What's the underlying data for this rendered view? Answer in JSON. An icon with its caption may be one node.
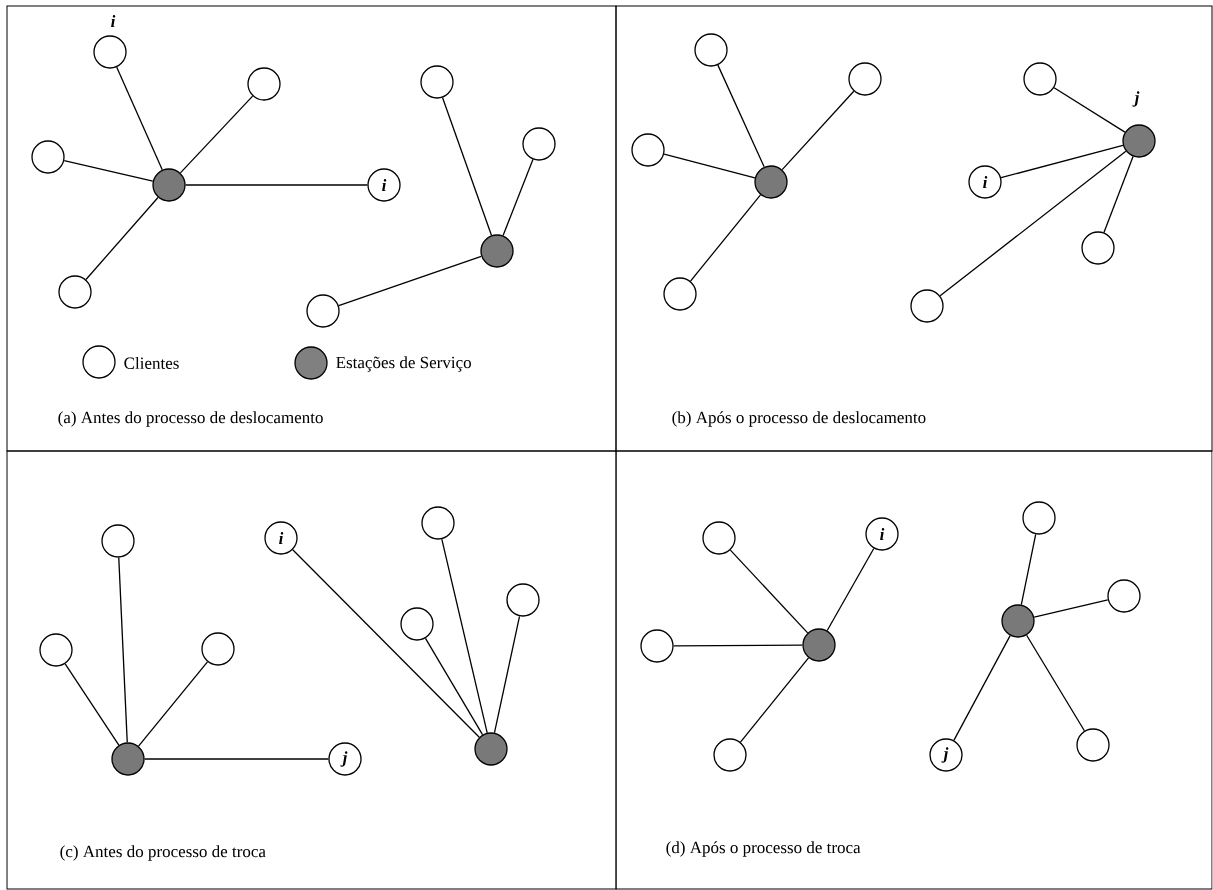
{
  "diagram": {
    "nodes": [
      {
        "text": [
          "(a) Antes do processo de deslocamento"
        ]
      },
      {
        "text": [],
        "shape": "circle",
        "in": 0,
        "beside": [
          "i"
        ]
      },
      {
        "text": [],
        "shape": "circle",
        "in": 0
      },
      {
        "text": [],
        "shape": "circle",
        "in": 0
      },
      {
        "text": [],
        "shape": "circle",
        "in": 0
      },
      {
        "text": [
          "i"
        ],
        "in": 0
      },
      {
        "text": [],
        "shape": "circle",
        "in": 0
      },
      {
        "text": [],
        "shape": "circle",
        "in": 0
      },
      {
        "text": [],
        "shape": "circle",
        "in": 0
      },
      {
        "text": [],
        "shape": "circle",
        "in": 0
      },
      {
        "text": [],
        "shape": "circle",
        "in": 0
      },
      {
        "text": [
          "(b) Após o processo de deslocamento"
        ]
      },
      {
        "text": [],
        "shape": "circle",
        "in": 11
      },
      {
        "text": [],
        "shape": "circle",
        "in": 11
      },
      {
        "text": [],
        "shape": "circle",
        "in": 11
      },
      {
        "text": [],
        "shape": "circle",
        "in": 11,
        "beside": [
          "j"
        ]
      },
      {
        "text": [],
        "shape": "circle",
        "in": 11
      },
      {
        "text": [],
        "shape": "circle",
        "in": 11
      },
      {
        "text": [
          "i"
        ],
        "in": 11
      },
      {
        "text": [],
        "shape": "circle",
        "in": 11
      },
      {
        "text": [],
        "shape": "circle",
        "in": 11
      },
      {
        "text": [],
        "shape": "circle",
        "in": 11
      },
      {
        "text": [
          "(c) Antes do processo de troca"
        ]
      },
      {
        "text": [],
        "shape": "circle",
        "in": 22
      },
      {
        "text": [
          "i"
        ],
        "in": 22
      },
      {
        "text": [],
        "shape": "circle",
        "in": 22
      },
      {
        "text": [],
        "shape": "circle",
        "in": 22
      },
      {
        "text": [],
        "shape": "circle",
        "in": 22
      },
      {
        "text": [],
        "shape": "circle",
        "in": 22
      },
      {
        "text": [],
        "shape": "circle",
        "in": 22
      },
      {
        "text": [],
        "shape": "circle",
        "in": 22
      },
      {
        "text": [],
        "shape": "circle",
        "in": 22
      },
      {
        "text": [
          "j"
        ],
        "in": 22
      },
      {
        "text": [
          "(d) Após o processo de troca"
        ]
      },
      {
        "text": [],
        "shape": "circle",
        "in": 33
      },
      {
        "text": [
          "i"
        ],
        "in": 33
      },
      {
        "text": [],
        "shape": "circle",
        "in": 33
      },
      {
        "text": [],
        "shape": "circle",
        "in": 33
      },
      {
        "text": [],
        "shape": "circle",
        "in": 33
      },
      {
        "text": [],
        "shape": "circle",
        "in": 33
      },
      {
        "text": [],
        "shape": "circle",
        "in": 33
      },
      {
        "text": [],
        "shape": "circle",
        "in": 33
      },
      {
        "text": [],
        "shape": "circle",
        "in": 33
      },
      {
        "text": [
          "j"
        ],
        "in": 33
      }
    ],
    "edges": [
      {
        "from": 4,
        "to": 1,
        "arrow": "none"
      },
      {
        "from": 4,
        "to": 2,
        "arrow": "none"
      },
      {
        "from": 4,
        "to": 3,
        "arrow": "none"
      },
      {
        "from": 4,
        "to": 5,
        "arrow": "none"
      },
      {
        "from": 4,
        "to": 6,
        "arrow": "none"
      },
      {
        "from": 9,
        "to": 7,
        "arrow": "none"
      },
      {
        "from": 9,
        "to": 8,
        "arrow": "none"
      },
      {
        "from": 9,
        "to": 10,
        "arrow": "none"
      },
      {
        "from": 17,
        "to": 12,
        "arrow": "none"
      },
      {
        "from": 17,
        "to": 13,
        "arrow": "none"
      },
      {
        "from": 17,
        "to": 16,
        "arrow": "none"
      },
      {
        "from": 17,
        "to": 20,
        "arrow": "none"
      },
      {
        "from": 15,
        "to": 14,
        "arrow": "none"
      },
      {
        "from": 15,
        "to": 18,
        "arrow": "none"
      },
      {
        "from": 15,
        "to": 19,
        "arrow": "none"
      },
      {
        "from": 15,
        "to": 21,
        "arrow": "none"
      },
      {
        "from": 31,
        "to": 25,
        "arrow": "none"
      },
      {
        "from": 31,
        "to": 29,
        "arrow": "none"
      },
      {
        "from": 31,
        "to": 28,
        "arrow": "none"
      },
      {
        "from": 31,
        "to": 32,
        "arrow": "none"
      },
      {
        "from": 30,
        "to": 24,
        "arrow": "none"
      },
      {
        "from": 30,
        "to": 27,
        "arrow": "none"
      },
      {
        "from": 30,
        "to": 23,
        "arrow": "none"
      },
      {
        "from": 30,
        "to": 26,
        "arrow": "none"
      },
      {
        "from": 39,
        "to": 36,
        "arrow": "none"
      },
      {
        "from": 39,
        "to": 35,
        "arrow": "none"
      },
      {
        "from": 39,
        "to": 40,
        "arrow": "none"
      },
      {
        "from": 39,
        "to": 42,
        "arrow": "none"
      },
      {
        "from": 38,
        "to": 34,
        "arrow": "none"
      },
      {
        "from": 38,
        "to": 37,
        "arrow": "none"
      },
      {
        "from": 38,
        "to": 43,
        "arrow": "none"
      },
      {
        "from": 38,
        "to": 41,
        "arrow": "none"
      }
    ],
    "legend": [
      {
        "text": "Clientes"
      },
      {
        "text": "Estações de Serviço",
        "color": "#808080"
      }
    ]
  }
}
